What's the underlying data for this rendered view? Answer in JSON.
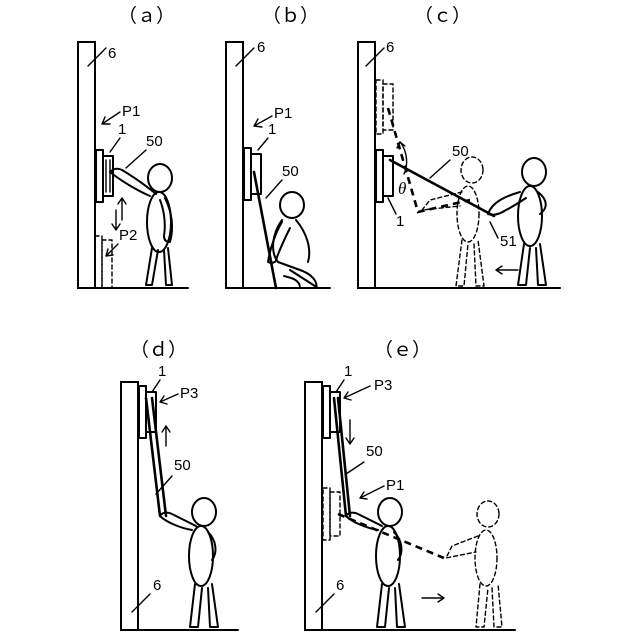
{
  "panels": [
    {
      "id": "a",
      "label": "（ａ）",
      "wall": "6",
      "device": "1",
      "cable": "50",
      "p1": "P1",
      "p2": "P2"
    },
    {
      "id": "b",
      "label": "（ｂ）",
      "wall": "6",
      "device": "1",
      "cable": "50",
      "p1": "P1"
    },
    {
      "id": "c",
      "label": "（ｃ）",
      "wall": "6",
      "device": "1",
      "cable": "50",
      "handle": "51",
      "angle": "θ"
    },
    {
      "id": "d",
      "label": "（ｄ）",
      "wall": "6",
      "device": "1",
      "cable": "50",
      "p3": "P3"
    },
    {
      "id": "e",
      "label": "（ｅ）",
      "wall": "6",
      "device": "1",
      "cable": "50",
      "p3": "P3",
      "p1": "P1"
    }
  ]
}
